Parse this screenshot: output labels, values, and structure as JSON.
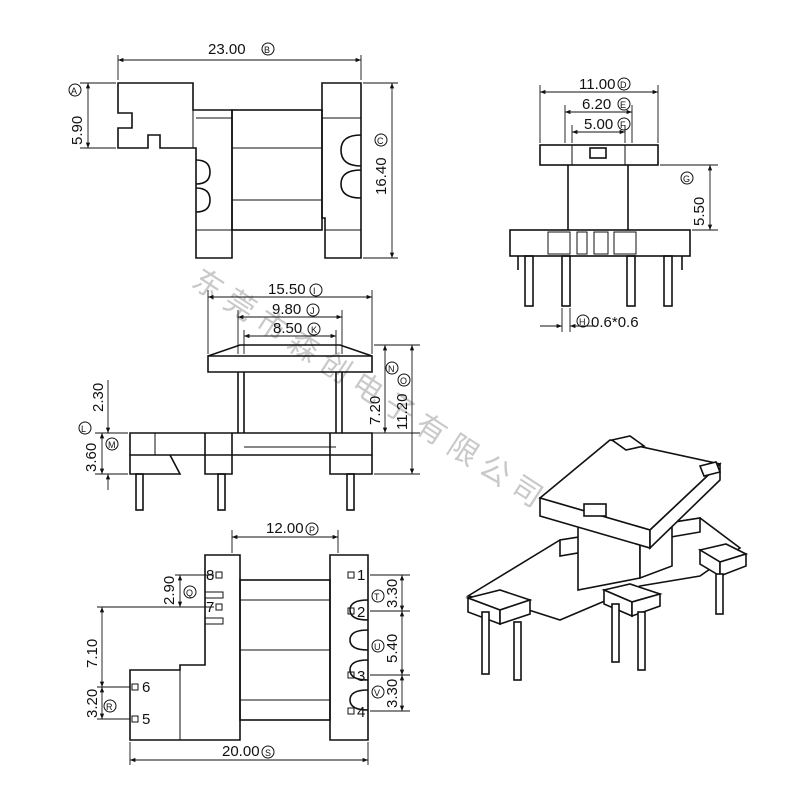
{
  "watermark": "东莞市森创电子有限公司",
  "top_view": {
    "width": "23.00",
    "width_ref": "B",
    "height": "16.40",
    "height_ref": "C",
    "notch": "5.90",
    "notch_ref": "A"
  },
  "side_view": {
    "width": "11.00",
    "width_ref": "D",
    "inner1": "6.20",
    "inner1_ref": "E",
    "inner2": "5.00",
    "inner2_ref": "F",
    "height": "5.50",
    "height_ref": "G",
    "pin": "0.6*0.6",
    "pin_ref": "H"
  },
  "front_view": {
    "top": "15.50",
    "top_ref": "I",
    "mid": "9.80",
    "mid_ref": "J",
    "inner": "8.50",
    "inner_ref": "K",
    "base_h": "3.60",
    "base_h_ref": "L",
    "base_ref": "M",
    "step": "2.30",
    "h1": "7.20",
    "h1_ref": "N",
    "h2": "11.20",
    "h2_ref": "O"
  },
  "bottom_view": {
    "width": "12.00",
    "width_ref": "P",
    "spacing_left": "2.90",
    "spacing_left_ref": "Q",
    "offset": "7.10",
    "spacing_low": "3.20",
    "spacing_low_ref": "R",
    "base": "20.00",
    "base_ref": "S",
    "p1": "3.30",
    "p1_ref": "T",
    "p2": "5.40",
    "p2_ref": "U",
    "p3": "3.30",
    "p3_ref": "V",
    "pins": [
      "1",
      "2",
      "3",
      "4",
      "5",
      "6",
      "7",
      "8"
    ]
  }
}
